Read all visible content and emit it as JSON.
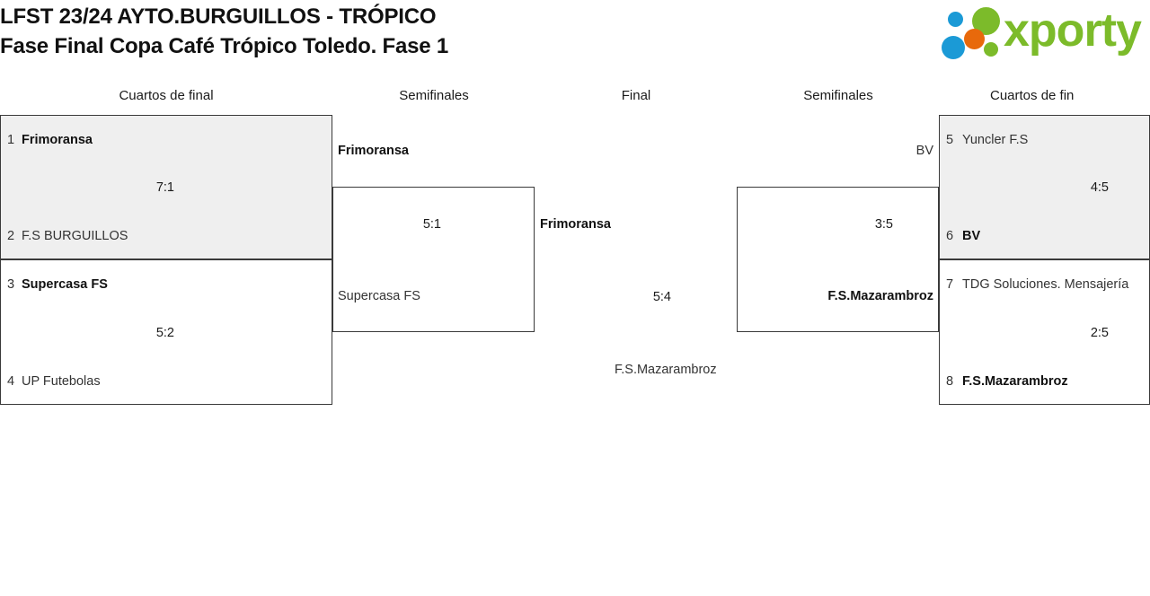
{
  "header": {
    "title_line1": "LFST 23/24 AYTO.BURGUILLOS - TRÓPICO",
    "title_line2": "Fase Final Copa Café Trópico Toledo. Fase 1",
    "logo_word": "xporty",
    "logo_colors": {
      "green": "#7cbb2a",
      "blue": "#1b9ad6",
      "orange": "#e8690b"
    }
  },
  "rounds": [
    {
      "id": "qf-left",
      "label": "Cuartos de final"
    },
    {
      "id": "sf-left",
      "label": "Semifinales"
    },
    {
      "id": "final",
      "label": "Final"
    },
    {
      "id": "sf-right",
      "label": "Semifinales"
    },
    {
      "id": "qf-right",
      "label": "Cuartos de fin"
    }
  ],
  "matches": {
    "qf1": {
      "top": {
        "seed": "1",
        "team": "Frimoransa",
        "winner": true
      },
      "bottom": {
        "seed": "2",
        "team": "F.S BURGUILLOS",
        "winner": false
      },
      "score": "7:1"
    },
    "qf2": {
      "top": {
        "seed": "3",
        "team": "Supercasa FS",
        "winner": true
      },
      "bottom": {
        "seed": "4",
        "team": "UP Futebolas",
        "winner": false
      },
      "score": "5:2"
    },
    "qf3": {
      "top": {
        "seed": "5",
        "team": "Yuncler F.S",
        "winner": false
      },
      "bottom": {
        "seed": "6",
        "team": "BV",
        "winner": true
      },
      "score": "4:5"
    },
    "qf4": {
      "top": {
        "seed": "7",
        "team": "TDG Soluciones. Mensajería",
        "winner": false
      },
      "bottom": {
        "seed": "8",
        "team": "F.S.Mazarambroz",
        "winner": true
      },
      "score": "2:5"
    },
    "sf1": {
      "top": {
        "team": "Frimoransa",
        "winner": true
      },
      "bottom": {
        "team": "Supercasa FS",
        "winner": false
      },
      "score": "5:1"
    },
    "sf2": {
      "top": {
        "team": "BV",
        "winner": false
      },
      "bottom": {
        "team": "F.S.Mazarambroz",
        "winner": true
      },
      "score": "3:5"
    },
    "final": {
      "top": {
        "team": "Frimoransa",
        "winner": true
      },
      "bottom": {
        "team": "F.S.Mazarambroz",
        "winner": false
      },
      "score": "5:4"
    }
  }
}
